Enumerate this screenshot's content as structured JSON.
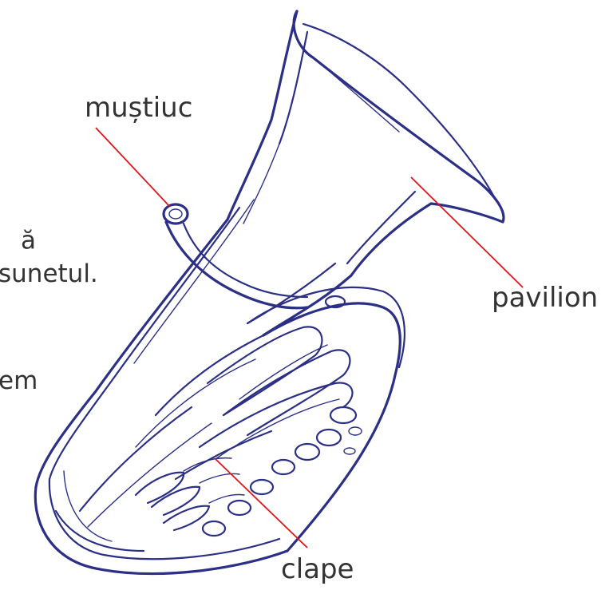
{
  "colors": {
    "tuba": "#2b2f86",
    "leader": "#e2141b",
    "text": "#333333"
  },
  "labels": {
    "mouthpiece": "muștiuc",
    "bell": "pavilion",
    "valves": "clape"
  },
  "cut_off_text": {
    "line1": "ă",
    "line2": "sunetul.",
    "line3": "em"
  }
}
